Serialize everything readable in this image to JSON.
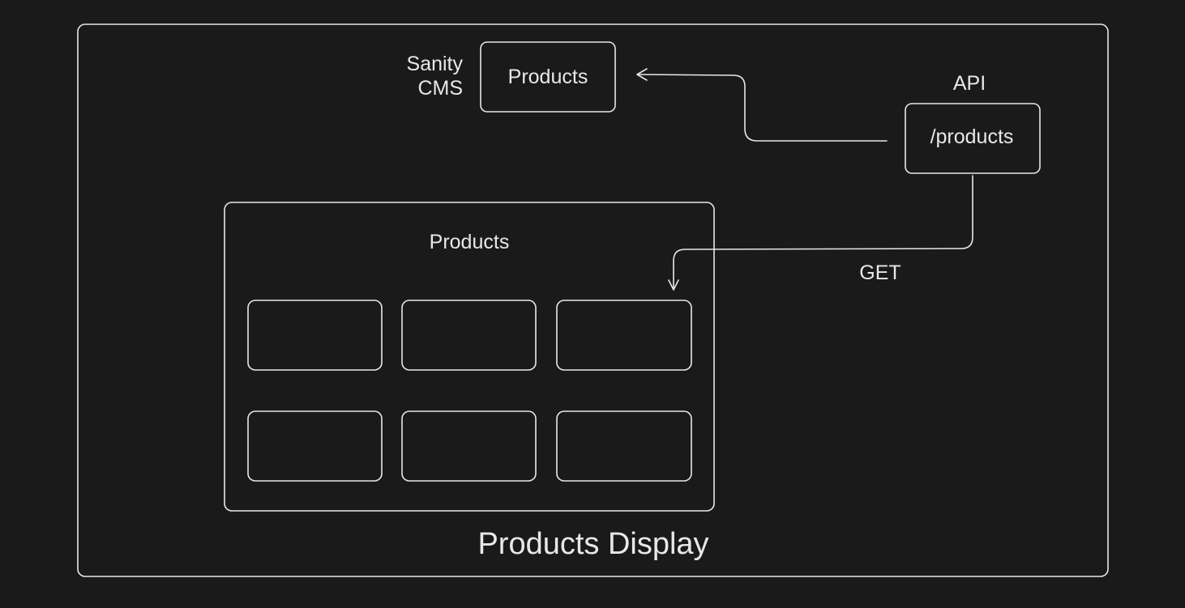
{
  "diagram": {
    "cms": {
      "side_label_line1": "Sanity",
      "side_label_line2": "CMS",
      "box_label": "Products"
    },
    "api": {
      "title": "API",
      "endpoint": "/products"
    },
    "edges": {
      "get_label": "GET"
    },
    "products_panel": {
      "title": "Products",
      "card_count": 6
    },
    "frame": {
      "caption": "Products Display"
    },
    "colors": {
      "background": "#1a1a1a",
      "stroke": "#e8e8e8"
    }
  }
}
